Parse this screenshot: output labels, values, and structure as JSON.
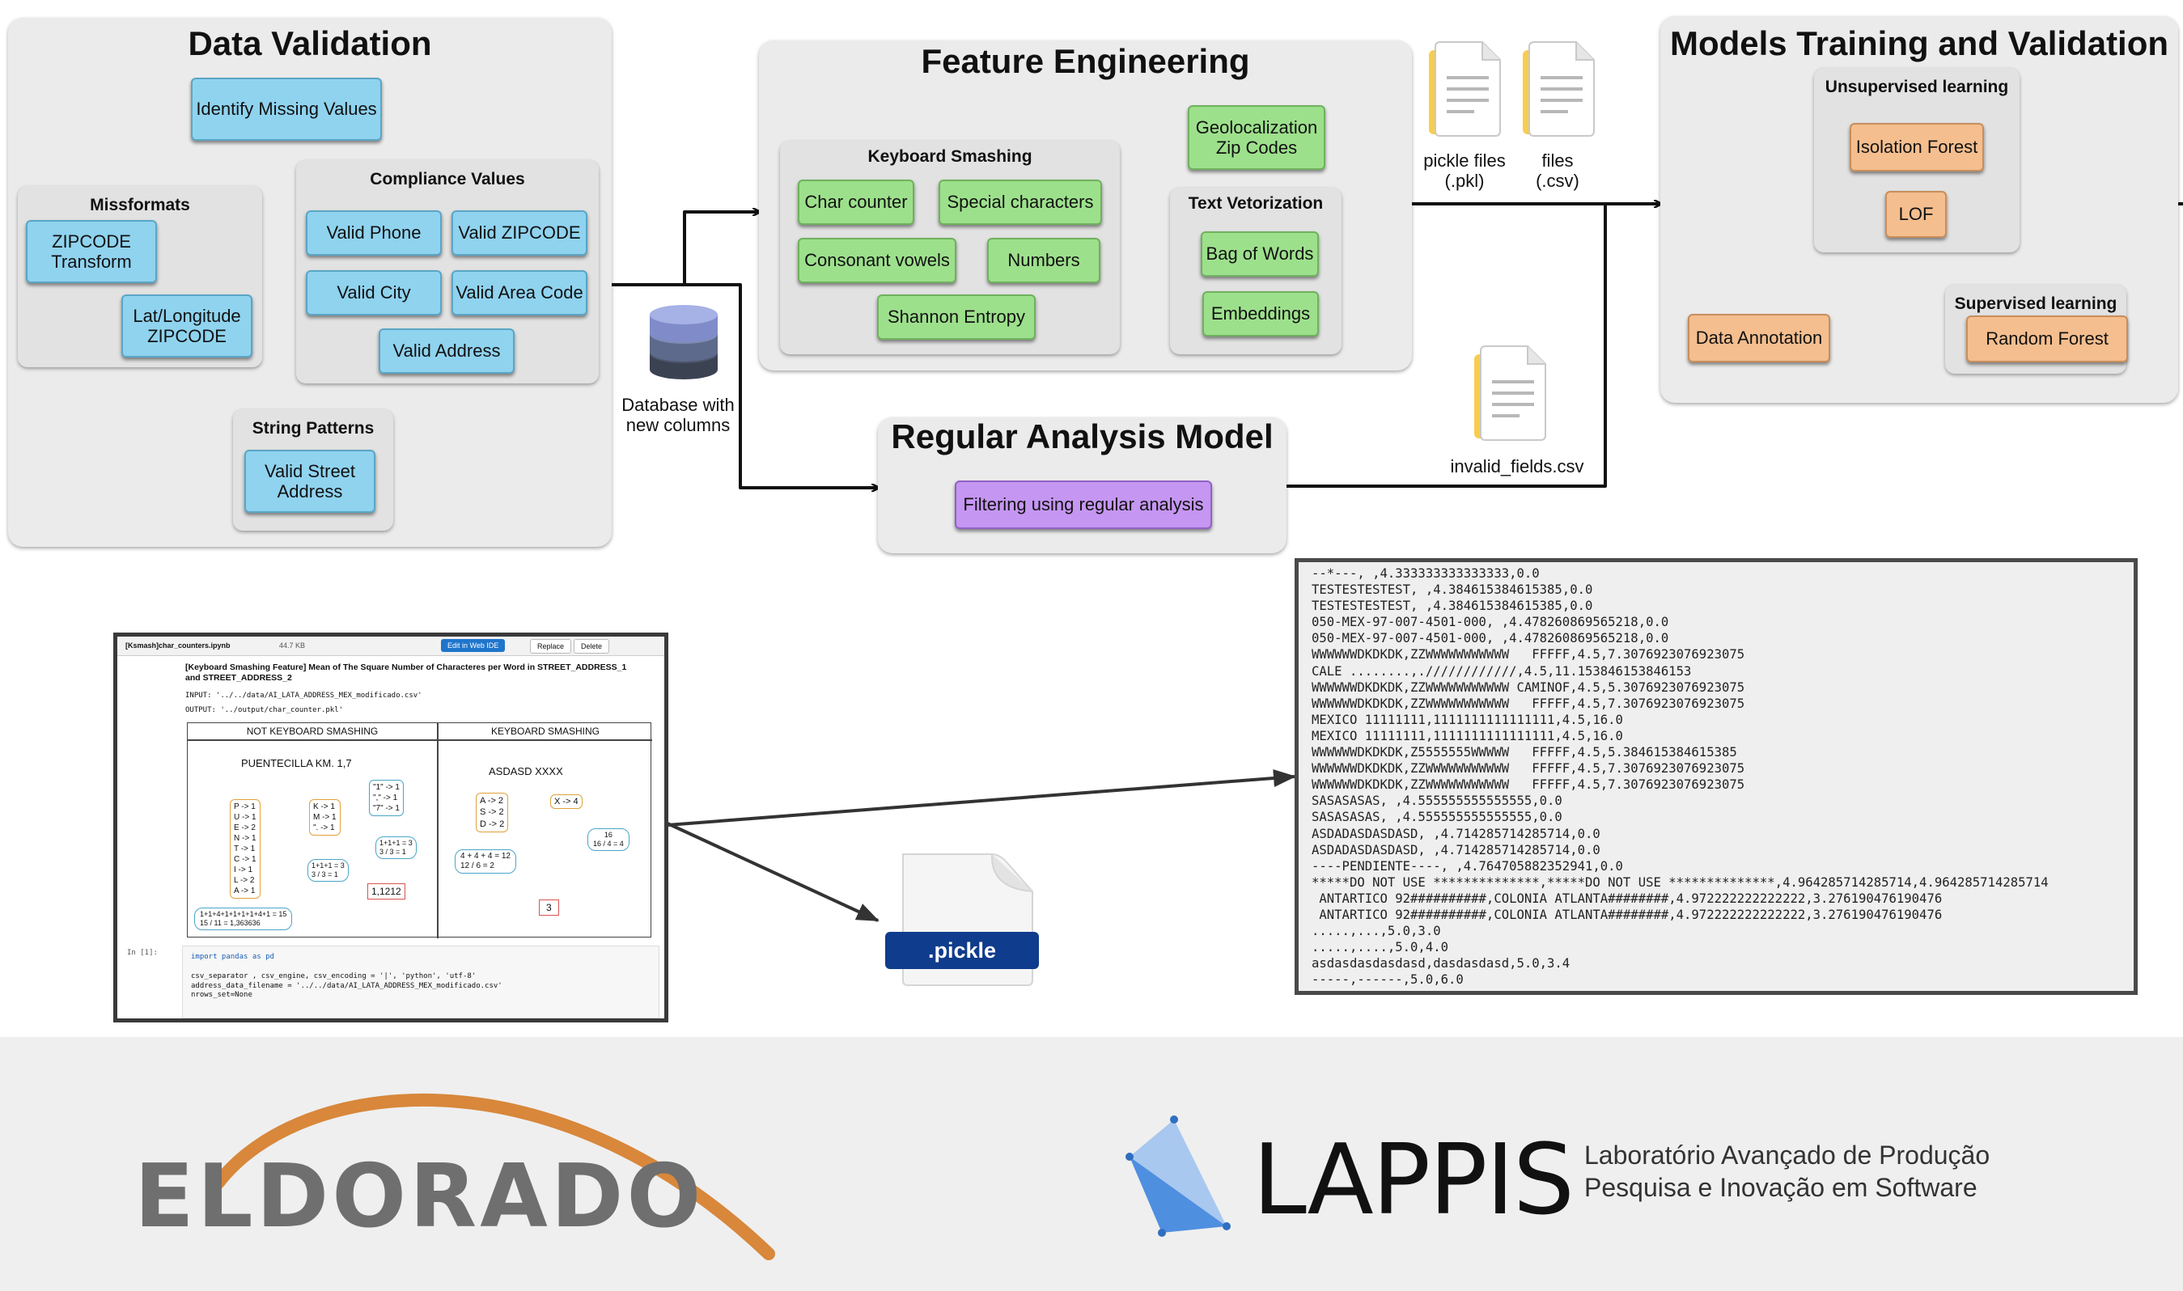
{
  "data_validation": {
    "title": "Data Validation",
    "identify_missing": "Identify Missing Values",
    "missformats": {
      "title": "Missformats",
      "zipcode_transform": "ZIPCODE\nTransform",
      "latlong_zipcode": "Lat/Longitude\nZIPCODE"
    },
    "compliance": {
      "title": "Compliance Values",
      "valid_phone": "Valid Phone",
      "valid_zipcode": "Valid ZIPCODE",
      "valid_city": "Valid City",
      "valid_area_code": "Valid Area Code",
      "valid_address": "Valid Address"
    },
    "string_patterns": {
      "title": "String Patterns",
      "valid_street_address": "Valid Street\nAddress"
    }
  },
  "database_label": "Database with\nnew columns",
  "feature_engineering": {
    "title": "Feature Engineering",
    "keyboard_smashing": {
      "title": "Keyboard Smashing",
      "char_counter": "Char counter",
      "special_characters": "Special characters",
      "consonant_vowels": "Consonant vowels",
      "numbers": "Numbers",
      "shannon_entropy": "Shannon Entropy"
    },
    "geolocalization": "Geolocalization\nZip Codes",
    "text_vetorization": {
      "title": "Text Vetorization",
      "bag_of_words": "Bag of Words",
      "embeddings": "Embeddings"
    }
  },
  "files": {
    "pickle_files": "pickle files\n(.pkl)",
    "csv_files": "files\n(.csv)",
    "invalid_fields": "invalid_fields.csv"
  },
  "models": {
    "title": "Models Training and Validation",
    "unsupervised": {
      "title": "Unsupervised learning",
      "isolation_forest": "Isolation Forest",
      "lof": "LOF"
    },
    "data_annotation": "Data Annotation",
    "supervised": {
      "title": "Supervised learning",
      "random_forest": "Random Forest"
    }
  },
  "regular_analysis": {
    "title": "Regular Analysis Model",
    "filtering": "Filtering using regular analysis"
  },
  "pickle_badge": ".pickle",
  "notebook": {
    "tab": "[Ksmash]char_counters.ipynb",
    "size": "44.7 KB",
    "btn_edit": "Edit in Web IDE",
    "btn_replace": "Replace",
    "btn_delete": "Delete",
    "header": "[Keyboard Smashing Feature] Mean of The Square Number of Characteres per Word in STREET_ADDRESS_1 and STREET_ADDRESS_2",
    "input": "INPUT: '../../data/AI_LATA_ADDRESS_MEX_modificado.csv'",
    "output": "OUTPUT: '../output/char_counter.pkl'",
    "col_left": "NOT KEYBOARD SMASHING",
    "col_right": "KEYBOARD SMASHING",
    "left_word": "PUENTECILLA KM. 1,7",
    "right_word": "ASDASD XXXX",
    "left_counts": "P -> 1\nU -> 1\nE -> 2\nN -> 1\nT -> 1\nC -> 1\nI -> 1\nL -> 2\nA -> 1",
    "left_counts2": "K -> 1\nM -> 1\n\". -> 1",
    "left_counts3": "\"1\" -> 1\n\",\" -> 1\n\"7\" -> 1",
    "left_sum": "1+1+4+1+1+1+1+4+1 = 15\n15 / 11 = 1,363636",
    "left_mid": "1+1+1 = 3\n3 / 3 = 1",
    "left_mid2": "1+1+1 = 3\n3 / 3 = 1",
    "left_mean": "1,1212",
    "right_counts": "A -> 2\nS -> 2\nD -> 2",
    "right_counts2": "X -> 4",
    "right_sum": "4 + 4 + 4 = 12\n12 / 6 = 2",
    "right_sum2": "16\n16 / 4 = 4",
    "right_mean": "3",
    "prompt": "In [1]:",
    "code1": "import pandas as pd",
    "code2": "csv_separator , csv_engine, csv_encoding = '|', 'python', 'utf-8'\naddress_data_filename = '../../data/AI_LATA_ADDRESS_MEX_modificado.csv'\nnrows_set=None"
  },
  "csv_lines": [
    "--*---, ,4.333333333333333,0.0",
    "TESTESTESTEST, ,4.384615384615385,0.0",
    "TESTESTESTEST, ,4.384615384615385,0.0",
    "050-MEX-97-007-4501-000, ,4.478260869565218,0.0",
    "050-MEX-97-007-4501-000, ,4.478260869565218,0.0",
    "WWWWWWDKDKDK,ZZWWWWWWWWWWW   FFFFF,4.5,7.3076923076923075",
    "CALE ........,.////////////,4.5,11.153846153846153",
    "WWWWWWDKDKDK,ZZWWWWWWWWWWW CAMINOF,4.5,5.3076923076923075",
    "WWWWWWDKDKDK,ZZWWWWWWWWWWW   FFFFF,4.5,7.3076923076923075",
    "MEXICO 11111111,1111111111111111,4.5,16.0",
    "MEXICO 11111111,1111111111111111,4.5,16.0",
    "WWWWWWDKDKDK,Z5555555WWWWW   FFFFF,4.5,5.384615384615385",
    "WWWWWWDKDKDK,ZZWWWWWWWWWWW   FFFFF,4.5,7.3076923076923075",
    "WWWWWWDKDKDK,ZZWWWWWWWWWWW   FFFFF,4.5,7.3076923076923075",
    "SASASASAS, ,4.555555555555555,0.0",
    "SASASASAS, ,4.555555555555555,0.0",
    "ASDADASDASDASD, ,4.714285714285714,0.0",
    "ASDADASDASDASD, ,4.714285714285714,0.0",
    "----PENDIENTE----, ,4.764705882352941,0.0",
    "*****DO NOT USE **************,*****DO NOT USE **************,4.964285714285714,4.964285714285714",
    " ANTARTICO 92##########,COLONIA ATLANTA########,4.972222222222222,3.276190476190476",
    " ANTARTICO 92##########,COLONIA ATLANTA########,4.972222222222222,3.276190476190476",
    ".....,...,5.0,3.0",
    ".....,....,5.0,4.0",
    "asdasdasdasdasd,dasdasdasd,5.0,3.4",
    "-----,------,5.0,6.0"
  ],
  "footer": {
    "eldorado": "ELDORADO",
    "lappis": "LAPPIS",
    "lappis_line1": "Laboratório Avançado de Produção",
    "lappis_line2": "Pesquisa e Inovação em Software"
  }
}
